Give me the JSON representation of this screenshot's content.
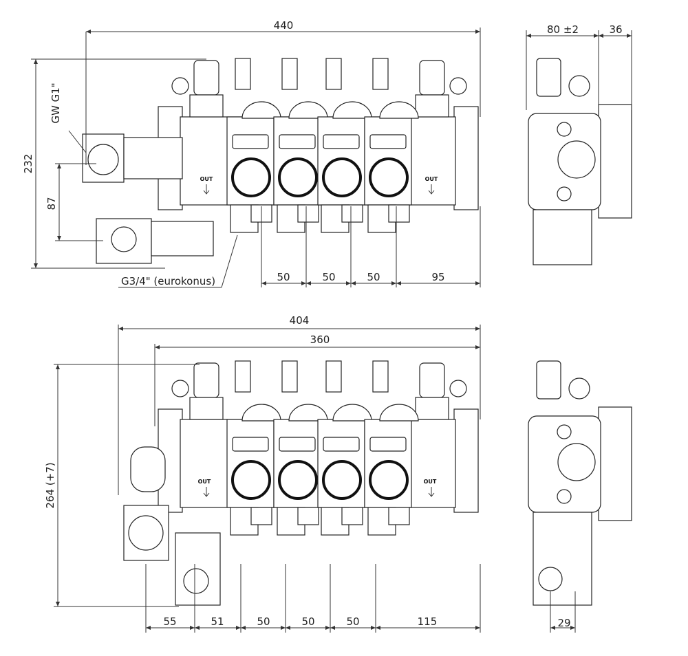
{
  "top_view": {
    "dim_total_width": "440",
    "dim_height": "232",
    "dim_connection_offset": "87",
    "label_inlet_thread": "GW G1\"",
    "label_outlet_thread": "G3/4\" (eurokonus)",
    "dims_spacing": [
      "50",
      "50",
      "50",
      "95"
    ],
    "out_labels": [
      "OUT",
      "OUT"
    ]
  },
  "top_side_view": {
    "dim_depth": "80 ±2",
    "dim_bracket": "36"
  },
  "bottom_view": {
    "dim_total_width": "404",
    "dim_body_width": "360",
    "dim_height": "264 (+7)",
    "dims_spacing": [
      "55",
      "51",
      "50",
      "50",
      "50",
      "115"
    ],
    "out_labels": [
      "OUT",
      "OUT"
    ]
  },
  "bottom_side_view": {
    "dim_offset": "29"
  },
  "outlet_count": 4
}
